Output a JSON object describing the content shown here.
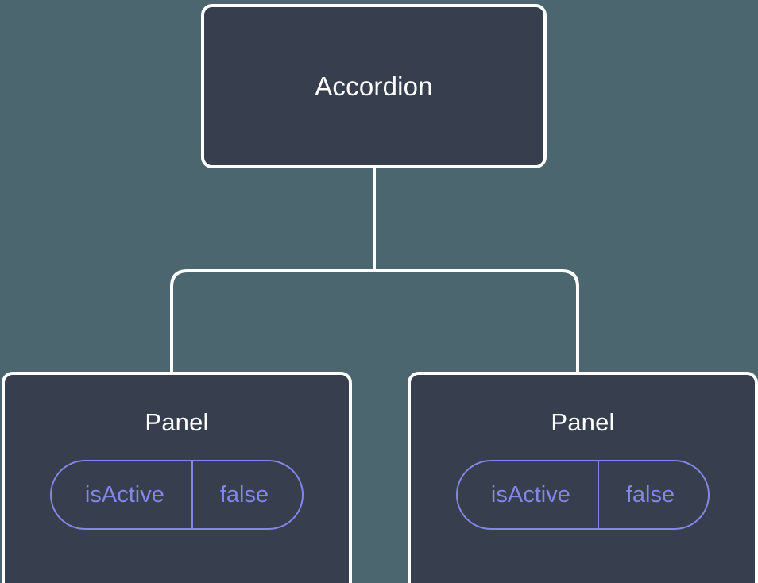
{
  "canvas": {
    "background_color": "#4c6670",
    "node_fill_color": "#373e4d",
    "node_border_color": "#ffffff",
    "edge_color": "#ffffff",
    "accent_color": "#8287e8"
  },
  "tree": {
    "root": {
      "title": "Accordion"
    },
    "children": [
      {
        "title": "Panel",
        "props": [
          {
            "key": "isActive",
            "value": "false"
          }
        ]
      },
      {
        "title": "Panel",
        "props": [
          {
            "key": "isActive",
            "value": "false"
          }
        ]
      }
    ]
  }
}
